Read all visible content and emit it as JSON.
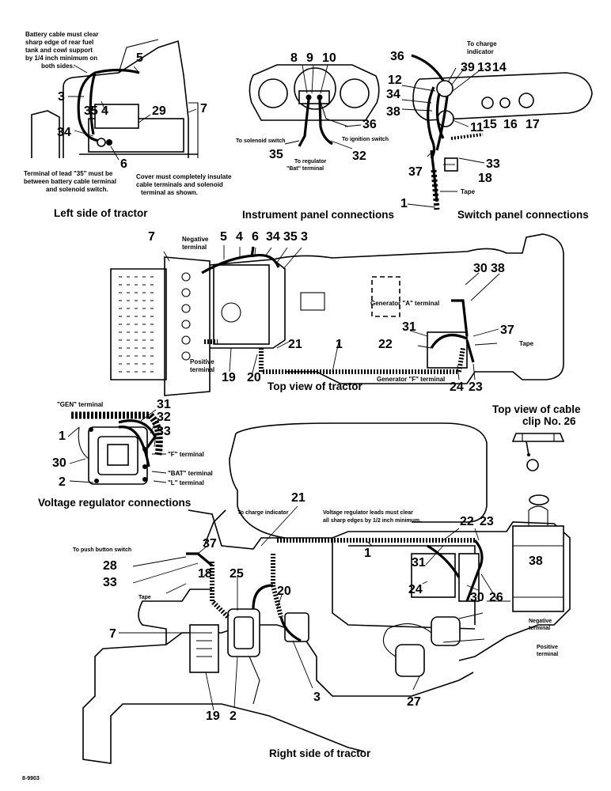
{
  "captions": {
    "left_side": "Left side of tractor",
    "instrument_panel": "Instrument panel connections",
    "switch_panel": "Switch panel connections",
    "top_view": "Top view of tractor",
    "voltage_regulator": "Voltage regulator connections",
    "cable_clip": [
      "Top view of cable",
      "clip No. 26"
    ],
    "right_side": "Right side of tractor"
  },
  "notes": {
    "battery_cable": [
      "Battery cable must clear",
      "sharp edge of rear fuel",
      "tank and cowl support",
      "by 1/4 inch minimum on",
      "both sides."
    ],
    "terminal_lead": [
      "Terminal of lead \"35\" must be",
      "between battery cable terminal",
      "and solenoid switch."
    ],
    "cover": [
      "Cover must completely insulate",
      "cable terminals and solenoid",
      "terminal as shown."
    ],
    "to_solenoid": "To solenoid switch",
    "to_regulator": [
      "To regulator",
      "\"Bat\" terminal"
    ],
    "to_ignition": "To ignition switch",
    "to_charge_indicator_top": [
      "To charge",
      "indicator"
    ],
    "tape": "Tape",
    "negative_terminal": [
      "Negative",
      "terminal"
    ],
    "positive_terminal": [
      "Positive",
      "terminal"
    ],
    "generator_a": "Generator \"A\" terminal",
    "generator_f": "Generator \"F\" terminal",
    "gen_terminal": "\"GEN\" terminal",
    "f_terminal": "\"F\" terminal",
    "bat_terminal": "\"BAT\" terminal",
    "l_terminal": "\"L\" terminal",
    "to_charge_indicator": "To charge indicator",
    "regulator_leads": [
      "Voltage regulator leads must clear",
      "all sharp edges by 1/2 inch minimum."
    ],
    "to_push_button": "To push button switch",
    "figure_id": "8-9903"
  },
  "callouts": {
    "left_side": [
      "5",
      "3",
      "35",
      "4",
      "29",
      "7",
      "34",
      "6"
    ],
    "instrument_panel": [
      "8",
      "9",
      "10",
      "36",
      "35",
      "32"
    ],
    "switch_panel": [
      "36",
      "39",
      "13",
      "14",
      "12",
      "34",
      "38",
      "11",
      "15",
      "16",
      "17",
      "33",
      "37",
      "18",
      "1"
    ],
    "top_view": [
      "7",
      "5",
      "4",
      "6",
      "34",
      "35",
      "3",
      "30",
      "38",
      "31",
      "22",
      "37",
      "21",
      "1",
      "19",
      "20",
      "24",
      "23"
    ],
    "voltage_regulator": [
      "31",
      "32",
      "33",
      "1",
      "30",
      "2"
    ],
    "right_side": [
      "21",
      "22",
      "23",
      "37",
      "28",
      "18",
      "25",
      "20",
      "33",
      "31",
      "38",
      "1",
      "24",
      "30",
      "26",
      "7",
      "27",
      "19",
      "2",
      "3"
    ]
  }
}
